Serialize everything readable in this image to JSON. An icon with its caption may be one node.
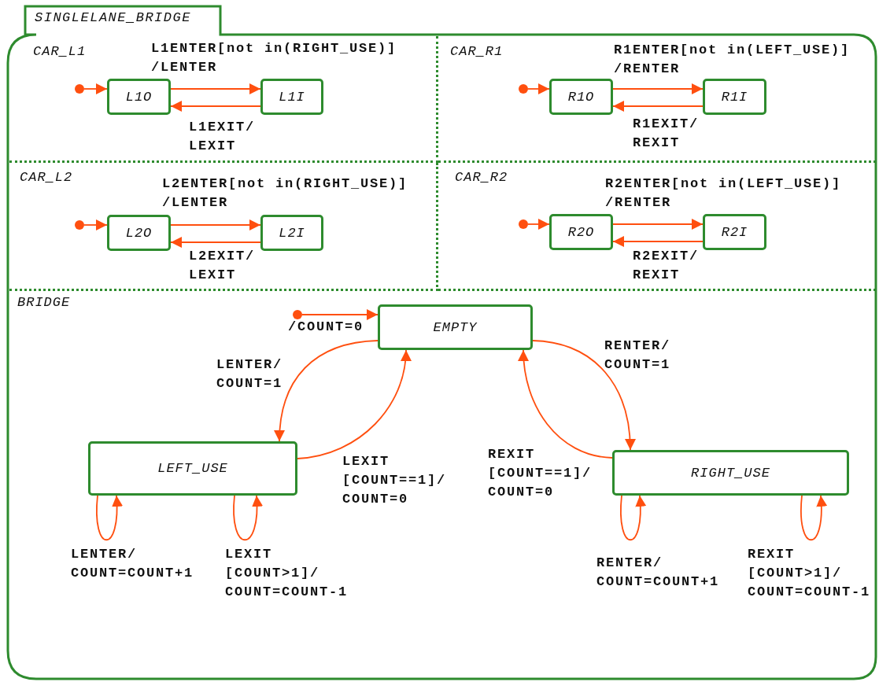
{
  "diagram": {
    "nodes": [
      {
        "text": [
          "SINGLELANE_BRIDGE"
        ]
      },
      {
        "text": [
          "CAR_L1"
        ],
        "in": 0
      },
      {
        "text": [
          "CAR_R1"
        ],
        "in": 0
      },
      {
        "text": [
          "CAR_L2"
        ],
        "in": 0
      },
      {
        "text": [
          "CAR_R2"
        ],
        "in": 0
      },
      {
        "text": [
          "BRIDGE"
        ],
        "in": 0
      },
      {
        "text": [],
        "shape": "circle",
        "in": 1
      },
      {
        "text": [
          "L1O"
        ],
        "in": 1
      },
      {
        "text": [
          "L1I"
        ],
        "in": 1
      },
      {
        "text": [],
        "shape": "circle",
        "in": 2
      },
      {
        "text": [
          "R1O"
        ],
        "in": 2
      },
      {
        "text": [
          "R1I"
        ],
        "in": 2
      },
      {
        "text": [],
        "shape": "circle",
        "in": 3
      },
      {
        "text": [
          "L2O"
        ],
        "in": 3
      },
      {
        "text": [
          "L2I"
        ],
        "in": 3
      },
      {
        "text": [],
        "shape": "circle",
        "in": 4
      },
      {
        "text": [
          "R2O"
        ],
        "in": 4
      },
      {
        "text": [
          "R2I"
        ],
        "in": 4
      },
      {
        "text": [],
        "shape": "circle",
        "in": 5
      },
      {
        "text": [
          "EMPTY"
        ],
        "in": 5
      },
      {
        "text": [
          "LEFT_USE"
        ],
        "in": 5
      },
      {
        "text": [
          "RIGHT_USE"
        ],
        "in": 5
      }
    ],
    "edges": [
      {
        "from": 6,
        "to": 7,
        "arrow": "to"
      },
      {
        "from": 7,
        "to": 8,
        "arrow": "to",
        "label": "L1ENTER[not in(RIGHT_USE)] /LENTER"
      },
      {
        "from": 8,
        "to": 7,
        "arrow": "to",
        "label": "L1EXIT/ LEXIT"
      },
      {
        "from": 9,
        "to": 10,
        "arrow": "to"
      },
      {
        "from": 10,
        "to": 11,
        "arrow": "to",
        "label": "R1ENTER[not in(LEFT_USE)] /RENTER"
      },
      {
        "from": 11,
        "to": 10,
        "arrow": "to",
        "label": "R1EXIT/ REXIT"
      },
      {
        "from": 12,
        "to": 13,
        "arrow": "to"
      },
      {
        "from": 13,
        "to": 14,
        "arrow": "to",
        "label": "L2ENTER[not in(RIGHT_USE)] /LENTER"
      },
      {
        "from": 14,
        "to": 13,
        "arrow": "to",
        "label": "L2EXIT/ LEXIT"
      },
      {
        "from": 15,
        "to": 16,
        "arrow": "to"
      },
      {
        "from": 16,
        "to": 17,
        "arrow": "to",
        "label": "R2ENTER[not in(LEFT_USE)] /RENTER"
      },
      {
        "from": 17,
        "to": 16,
        "arrow": "to",
        "label": "R2EXIT/ REXIT"
      },
      {
        "from": 18,
        "to": 19,
        "arrow": "to",
        "label": "/COUNT=0"
      },
      {
        "from": 19,
        "to": 20,
        "arrow": "to",
        "label": "LENTER/ COUNT=1"
      },
      {
        "from": 20,
        "to": 19,
        "arrow": "to",
        "label": "LEXIT [COUNT==1]/ COUNT=0"
      },
      {
        "from": 19,
        "to": 21,
        "arrow": "to",
        "label": "RENTER/ COUNT=1"
      },
      {
        "from": 21,
        "to": 19,
        "arrow": "to",
        "label": "REXIT [COUNT==1]/ COUNT=0"
      },
      {
        "from": 20,
        "to": 20,
        "arrow": "to",
        "label": "LENTER/ COUNT=COUNT+1"
      },
      {
        "from": 20,
        "to": 20,
        "arrow": "to",
        "label": "LEXIT [COUNT>1]/ COUNT=COUNT-1"
      },
      {
        "from": 21,
        "to": 21,
        "arrow": "to",
        "label": "RENTER/ COUNT=COUNT+1"
      },
      {
        "from": 21,
        "to": 21,
        "arrow": "to",
        "label": "REXIT [COUNT>1]/ COUNT=COUNT-1"
      }
    ]
  }
}
